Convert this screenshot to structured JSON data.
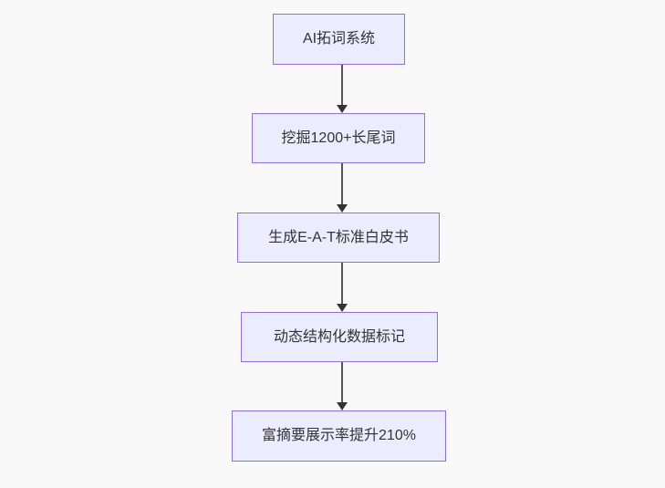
{
  "diagram": {
    "type": "flowchart-top-down",
    "colors": {
      "background": "#f9f9f9",
      "node_fill": "#ECECFF",
      "node_border": "#9370DB",
      "node_text": "#333333",
      "edge_line": "#565656",
      "edge_arrowhead": "#333333"
    },
    "nodes": [
      {
        "id": "A",
        "label": "AI拓词系统"
      },
      {
        "id": "B",
        "label": "挖掘1200+长尾词"
      },
      {
        "id": "C",
        "label": "生成E-A-T标准白皮书"
      },
      {
        "id": "D",
        "label": "动态结构化数据标记"
      },
      {
        "id": "E",
        "label": "富摘要展示率提升210%"
      }
    ],
    "edges": [
      {
        "from": "A",
        "to": "B",
        "arrow": "down"
      },
      {
        "from": "B",
        "to": "C",
        "arrow": "down"
      },
      {
        "from": "C",
        "to": "D",
        "arrow": "down"
      },
      {
        "from": "D",
        "to": "E",
        "arrow": "down"
      }
    ]
  }
}
